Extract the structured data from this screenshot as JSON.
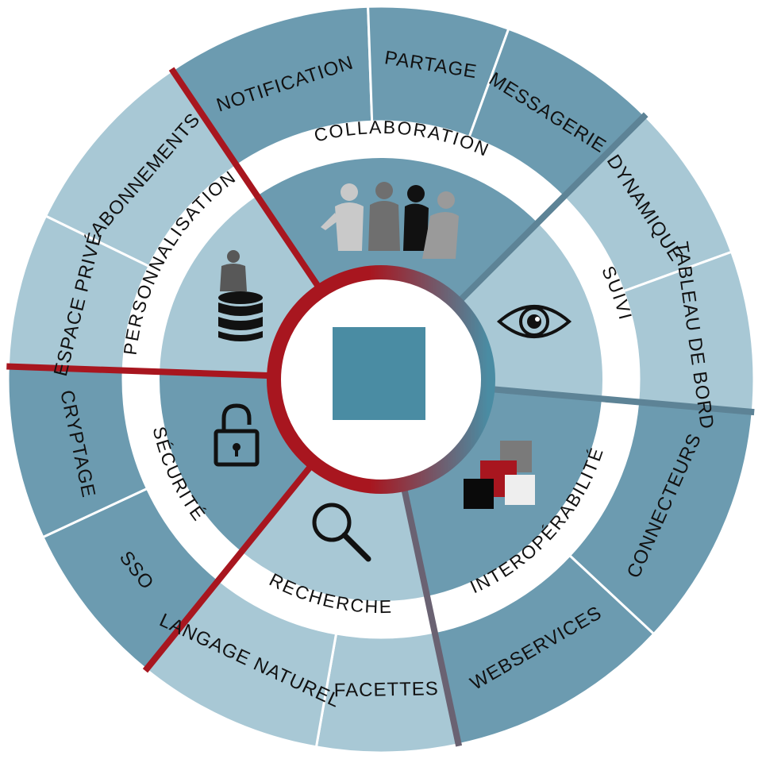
{
  "colors": {
    "dark": "#6c9bb0",
    "light": "#a8c8d5",
    "mid": "#7fa8ba",
    "white": "#ffffff",
    "red": "#a8161f",
    "slate": "#5d8396",
    "purple": "#6a6272",
    "center_square": "#4a8ca3",
    "text": "#111111"
  },
  "categories": [
    {
      "key": "collaboration",
      "label": "COLLABORATION",
      "icon": "people-group-icon",
      "segments": [
        "NOTIFICATION",
        "PARTAGE",
        "MESSAGERIE"
      ]
    },
    {
      "key": "suivi",
      "label": "SUIVI",
      "icon": "eye-icon",
      "segments": [
        "DYNAMIQUE",
        "TABLEAU DE BORD"
      ]
    },
    {
      "key": "interoperabilite",
      "label": "INTEROPÉRABILITÉ",
      "icon": "stacked-squares-icon",
      "segments": [
        "CONNECTEURS",
        "WEBSERVICES"
      ]
    },
    {
      "key": "recherche",
      "label": "RECHERCHE",
      "icon": "magnifier-icon",
      "segments": [
        "FACETTES",
        "LANGAGE NATUREL"
      ]
    },
    {
      "key": "securite",
      "label": "SÉCURITÉ",
      "icon": "padlock-icon",
      "segments": [
        "SSO",
        "CRYPTAGE"
      ]
    },
    {
      "key": "personnalisation",
      "label": "PERSONNALISATION",
      "icon": "user-database-icon",
      "segments": [
        "ESPACE PRIVÉ",
        "ABONNEMENTS"
      ]
    }
  ],
  "center": {
    "icon": "center-square-icon"
  }
}
